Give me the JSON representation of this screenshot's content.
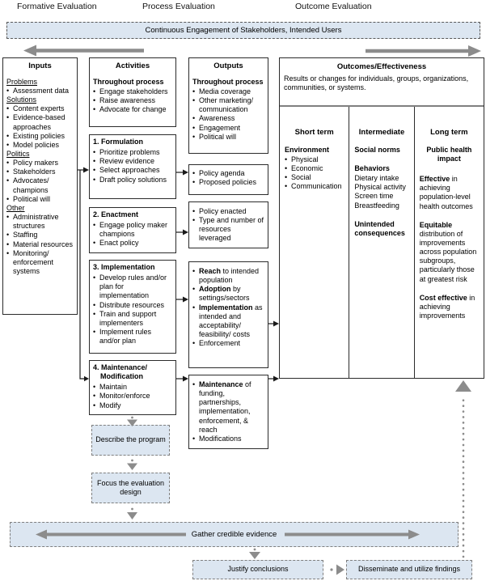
{
  "colors": {
    "fill_blue": "#dce6f1",
    "dash_gray": "#7f7f7f",
    "arrow_gray": "#8c8c8c",
    "line_black": "#2b2b2b"
  },
  "top_labels": {
    "formative": "Formative Evaluation",
    "process": "Process Evaluation",
    "outcome": "Outcome Evaluation"
  },
  "engagement_banner": "Continuous Engagement of Stakeholders, Intended Users",
  "inputs": {
    "title": "Inputs",
    "sections": [
      {
        "label": "Problems",
        "items": [
          "Assessment data"
        ]
      },
      {
        "label": "Solutions",
        "items": [
          "Content experts",
          "Evidence-based approaches",
          "Existing policies",
          "Model policies"
        ]
      },
      {
        "label": "Politics",
        "items": [
          "Policy makers",
          "Stakeholders",
          "Advocates/ champions",
          "Political will"
        ]
      },
      {
        "label": "Other",
        "items": [
          "Administrative structures",
          "Staffing",
          "Material resources",
          "Monitoring/ enforcement systems"
        ]
      }
    ]
  },
  "activities": {
    "title": "Activities",
    "throughout_heading": "Throughout process",
    "throughout_items": [
      "Engage stakeholders",
      "Raise awareness",
      "Advocate for change"
    ],
    "steps": [
      {
        "heading": "1. Formulation",
        "items": [
          "Prioritize problems",
          "Review evidence",
          "Select approaches",
          "Draft policy solutions"
        ]
      },
      {
        "heading": "2. Enactment",
        "items": [
          "Engage policy maker champions",
          "Enact policy"
        ]
      },
      {
        "heading": "3. Implementation",
        "items": [
          "Develop rules and/or plan for implementation",
          "Distribute resources",
          "Train and support implementers",
          "Implement rules and/or plan"
        ]
      },
      {
        "heading": "4. Maintenance/ Modification",
        "items": [
          "Maintain",
          "Monitor/enforce",
          "Modify"
        ]
      }
    ]
  },
  "outputs": {
    "title": "Outputs",
    "throughout_heading": "Throughout process",
    "throughout_items": [
      "Media coverage",
      "Other marketing/ communication",
      "Awareness",
      "Engagement",
      "Political will"
    ],
    "boxes": [
      {
        "items": [
          "Policy agenda",
          "Proposed policies"
        ]
      },
      {
        "items": [
          "Policy enacted",
          "Type and number of resources leveraged"
        ]
      },
      {
        "items": [
          {
            "b": "Reach",
            "t": " to intended population"
          },
          {
            "b": "Adoption",
            "t": " by settings/sectors"
          },
          {
            "b": "Implementation",
            "t": " as intended  and acceptability/ feasibility/ costs"
          },
          "Enforcement"
        ]
      },
      {
        "items": [
          {
            "b": "Maintenance",
            "t": " of funding, partnerships, implementation, enforcement, & reach"
          },
          "Modifications"
        ]
      }
    ]
  },
  "outcomes": {
    "title": "Outcomes/Effectiveness",
    "subtitle": "Results or changes for individuals, groups, organizations, communities, or systems.",
    "short_term": {
      "title": "Short term",
      "heading": "Environment",
      "items": [
        "Physical",
        "Economic",
        "Social",
        "Communication"
      ]
    },
    "intermediate": {
      "title": "Intermediate",
      "norms_heading": "Social norms",
      "behaviors_heading": "Behaviors",
      "behaviors": [
        "Dietary intake",
        "Physical activity",
        "Screen time",
        "Breastfeeding"
      ],
      "unintended_heading": "Unintended consequences"
    },
    "long_term": {
      "title": "Long term",
      "impact_heading": "Public health impact",
      "paras": [
        {
          "b": "Effective",
          "t": " in achieving population-level health outcomes"
        },
        {
          "b": "Equitable",
          "t": " distribution of improvements across population subgroups, particularly those at greatest risk"
        },
        {
          "b": "Cost effective",
          "t": " in achieving improvements"
        }
      ]
    }
  },
  "process_steps": {
    "describe": "Describe the program",
    "focus": "Focus the evaluation design",
    "gather": "Gather credible evidence",
    "justify": "Justify conclusions",
    "disseminate": "Disseminate and utilize findings"
  }
}
